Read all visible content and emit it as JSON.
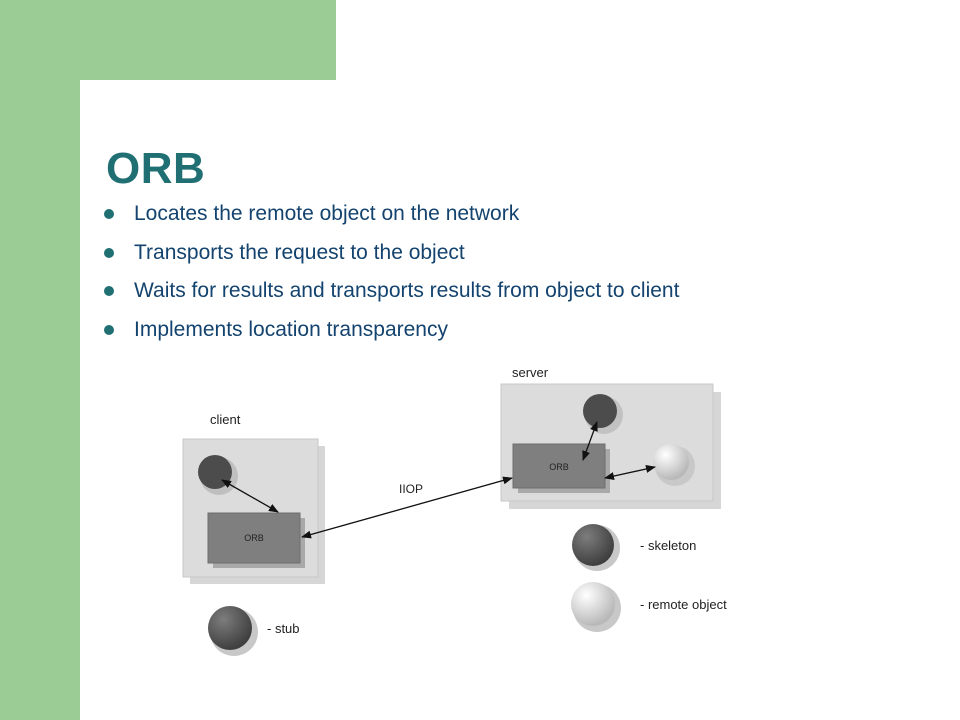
{
  "slide": {
    "title": "ORB",
    "bullets": [
      "Locates the remote object on the network",
      "Transports the request to the object",
      "Waits for results and transports results from object to client",
      "Implements location transparency"
    ]
  },
  "diagram": {
    "client_label": "client",
    "server_label": "server",
    "client_orb_label": "ORB",
    "server_orb_label": "ORB",
    "iiop_label": "IIOP",
    "legend": {
      "stub": "- stub",
      "skeleton": "- skeleton",
      "remote_object": "- remote object"
    }
  },
  "colors": {
    "accent_green": "#9ccc96",
    "title": "#1f6f73",
    "bullet_text": "#13436e"
  }
}
